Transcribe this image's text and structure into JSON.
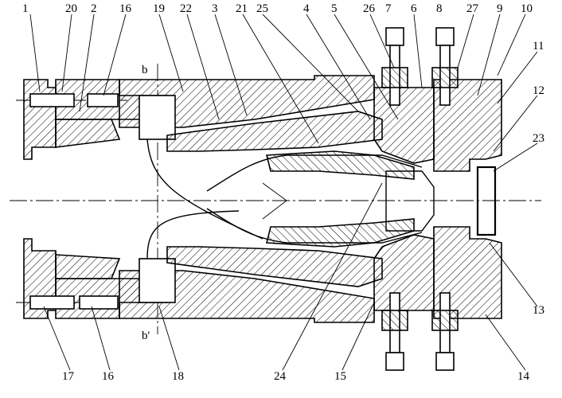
{
  "drawing": {
    "part_labels_top": [
      {
        "id": "1",
        "text": "1"
      },
      {
        "id": "20",
        "text": "20"
      },
      {
        "id": "2",
        "text": "2"
      },
      {
        "id": "16t",
        "text": "16"
      },
      {
        "id": "19",
        "text": "19"
      },
      {
        "id": "22",
        "text": "22"
      },
      {
        "id": "3",
        "text": "3"
      },
      {
        "id": "21",
        "text": "21"
      },
      {
        "id": "25",
        "text": "25"
      },
      {
        "id": "4",
        "text": "4"
      },
      {
        "id": "5",
        "text": "5"
      },
      {
        "id": "26",
        "text": "26"
      },
      {
        "id": "7",
        "text": "7"
      },
      {
        "id": "6",
        "text": "6"
      },
      {
        "id": "8",
        "text": "8"
      },
      {
        "id": "27",
        "text": "27"
      },
      {
        "id": "9",
        "text": "9"
      },
      {
        "id": "10",
        "text": "10"
      }
    ],
    "part_labels_right": [
      {
        "id": "11",
        "text": "11"
      },
      {
        "id": "12",
        "text": "12"
      },
      {
        "id": "23",
        "text": "23"
      },
      {
        "id": "13",
        "text": "13"
      }
    ],
    "part_labels_bottom": [
      {
        "id": "17",
        "text": "17"
      },
      {
        "id": "16b",
        "text": "16"
      },
      {
        "id": "18",
        "text": "18"
      },
      {
        "id": "24",
        "text": "24"
      },
      {
        "id": "15",
        "text": "15"
      },
      {
        "id": "14",
        "text": "14"
      }
    ],
    "section_marks": {
      "top": "b",
      "bottom": "b'"
    }
  }
}
